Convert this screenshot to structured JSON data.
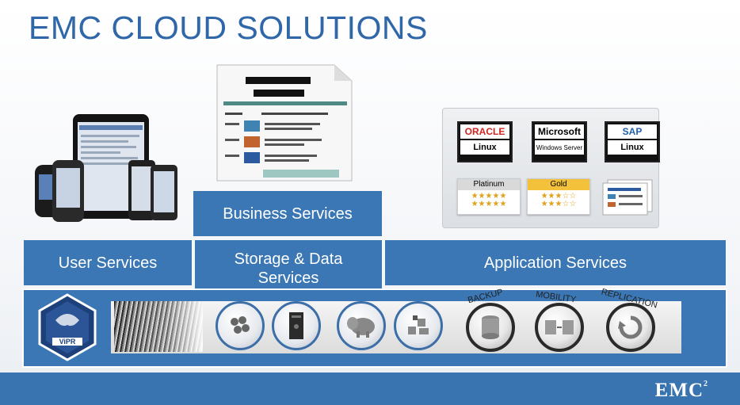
{
  "title": "EMC CLOUD SOLUTIONS",
  "boxes": {
    "business": "Business Services",
    "user": "User Services",
    "storage": "Storage & Data Services",
    "application": "Application Services"
  },
  "vendor_logos": {
    "oracle": "ORACLE",
    "microsoft": "Microsoft",
    "sap": "SAP",
    "linux": "Linux",
    "windows_server": "Windows Server"
  },
  "tiers": {
    "platinum": "Platinum",
    "gold": "Gold"
  },
  "icon_labels": {
    "backup": "BACKUP",
    "mobility": "MOBILITY",
    "replication": "REPLICATION",
    "vipr": "ViPR"
  },
  "footer": {
    "brand": "EMC",
    "brand_sup": "2"
  },
  "colors": {
    "title": "#2f67a8",
    "box_blue": "#3a77b4",
    "footer_blue": "#3a74b0"
  }
}
